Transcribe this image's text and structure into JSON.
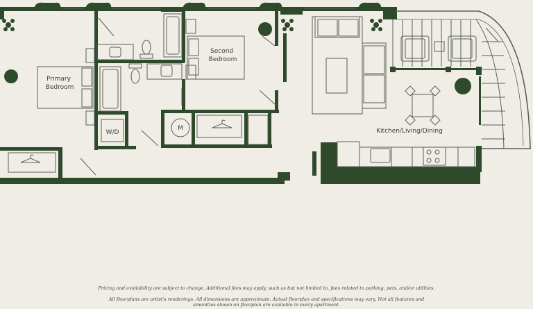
{
  "rooms": {
    "primary_bedroom": [
      "Primary",
      "Bedroom"
    ],
    "second_bedroom": [
      "Second",
      "Bedroom"
    ],
    "wd": "W/D",
    "mechanical": "M",
    "kitchen_living_dining": "Kitchen/Living/Dining"
  },
  "colors": {
    "wall": "#2f4a2a",
    "fixture_line": "#5a5f56",
    "background": "#efede6"
  },
  "disclaimer": {
    "line1": "Pricing and availability are subject to change.  Additional fees may apply, such as but not limited to, fees related to parking, pets, and/or utilities.",
    "line2": "All floorplans are artist's renderings.  All dimensions are approximate.  Actual floorplan and specifications may vary.  Not all features and",
    "line3": "amenities shown on floorplan are available in every apartment."
  }
}
